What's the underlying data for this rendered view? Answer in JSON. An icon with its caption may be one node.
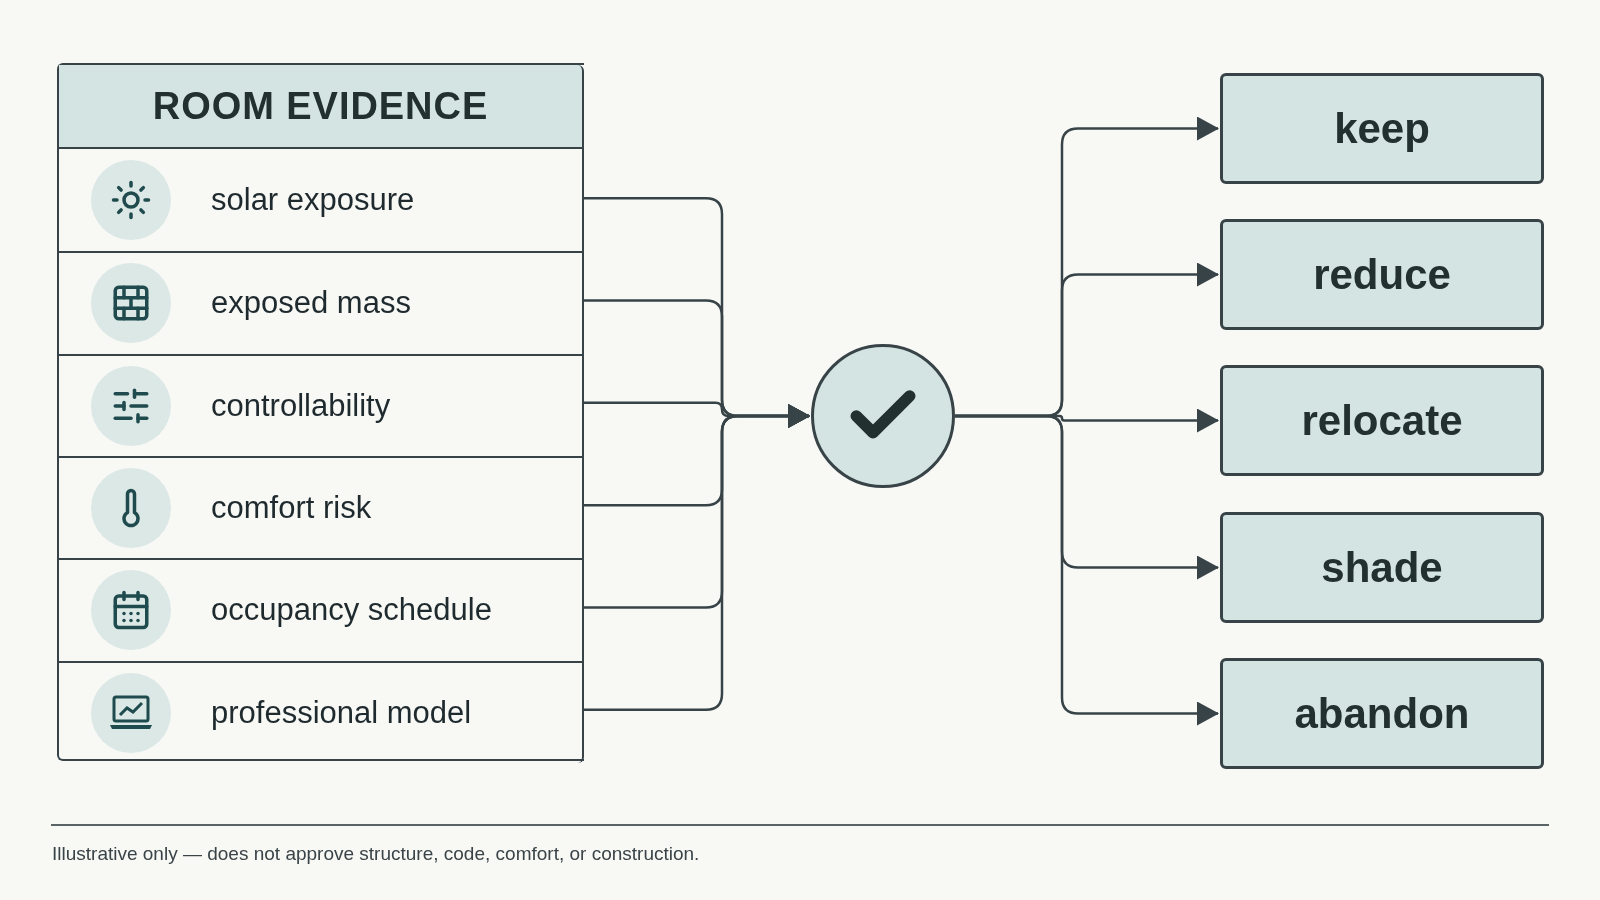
{
  "diagram": {
    "nodes": [
      {
        "text": [
          "ROOM EVIDENCE"
        ]
      },
      {
        "text": [
          "solar exposure"
        ],
        "in": 0
      },
      {
        "text": [
          "exposed mass"
        ],
        "in": 0
      },
      {
        "text": [
          "controllability"
        ],
        "in": 0
      },
      {
        "text": [
          "comfort risk"
        ],
        "in": 0
      },
      {
        "text": [
          "occupancy schedule"
        ],
        "in": 0
      },
      {
        "text": [
          "professional model"
        ],
        "in": 0
      },
      {
        "text": [],
        "shape": "circle"
      },
      {
        "text": [
          "keep"
        ]
      },
      {
        "text": [
          "reduce"
        ]
      },
      {
        "text": [
          "relocate"
        ]
      },
      {
        "text": [
          "shade"
        ]
      },
      {
        "text": [
          "abandon"
        ]
      }
    ],
    "edges": [
      {
        "from": 1,
        "to": 7,
        "arrow": "to"
      },
      {
        "from": 2,
        "to": 7,
        "arrow": "to"
      },
      {
        "from": 3,
        "to": 7,
        "arrow": "to"
      },
      {
        "from": 4,
        "to": 7,
        "arrow": "to"
      },
      {
        "from": 5,
        "to": 7,
        "arrow": "to"
      },
      {
        "from": 6,
        "to": 7,
        "arrow": "to"
      },
      {
        "from": 7,
        "to": 8,
        "arrow": "to"
      },
      {
        "from": 7,
        "to": 9,
        "arrow": "to"
      },
      {
        "from": 7,
        "to": 10,
        "arrow": "to"
      },
      {
        "from": 7,
        "to": 11,
        "arrow": "to"
      },
      {
        "from": 7,
        "to": 12,
        "arrow": "to"
      }
    ],
    "labels": [
      "Illustrative only — does not approve structure, code, comfort, or construction."
    ]
  }
}
